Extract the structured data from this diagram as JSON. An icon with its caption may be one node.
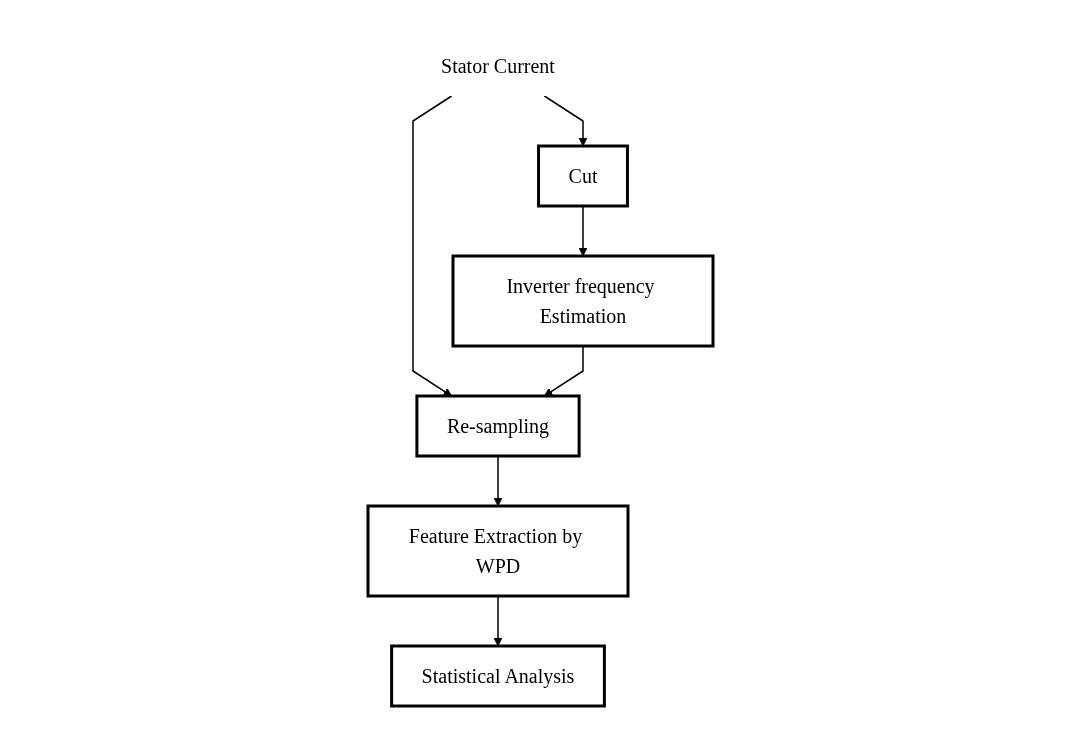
{
  "diagram": {
    "nodes": [
      {
        "text": [
          "Stator Current"
        ]
      },
      {
        "text": [
          "Cut"
        ]
      },
      {
        "text": [
          "Inverter frequency Estimation"
        ]
      },
      {
        "text": [
          "Re-sampling"
        ]
      },
      {
        "text": [
          "Feature Extraction by WPD"
        ]
      },
      {
        "text": [
          "Statistical Analysis"
        ]
      }
    ],
    "edges": [
      {
        "from": 0,
        "to": 1,
        "arrow": "to"
      },
      {
        "from": 0,
        "to": 3,
        "arrow": "to"
      },
      {
        "from": 1,
        "to": 2,
        "arrow": "to"
      },
      {
        "from": 2,
        "to": 3,
        "arrow": "to"
      },
      {
        "from": 3,
        "to": 4,
        "arrow": "to"
      },
      {
        "from": 4,
        "to": 5,
        "arrow": "to"
      }
    ]
  }
}
